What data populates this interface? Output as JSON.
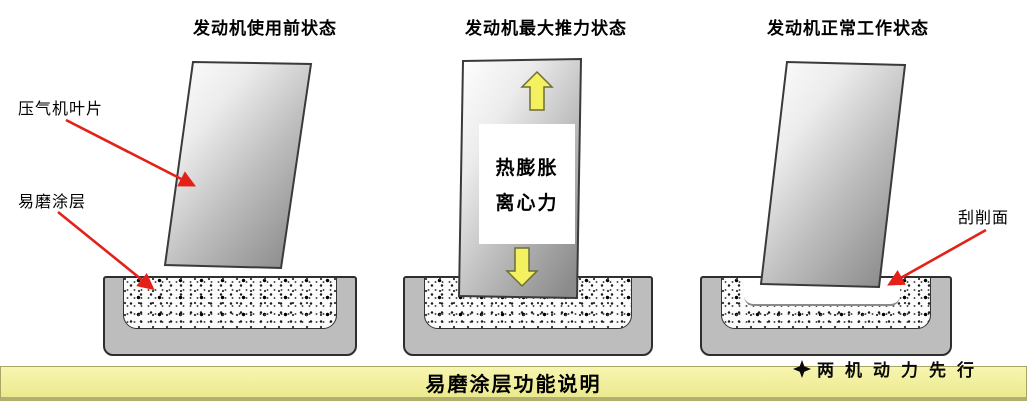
{
  "panels": [
    {
      "title": "发动机使用前状态"
    },
    {
      "title": "发动机最大推力状态",
      "forces_line1": "热膨胀",
      "forces_line2": "离心力"
    },
    {
      "title": "发动机正常工作状态"
    }
  ],
  "callouts": {
    "blade": "压气机叶片",
    "coating": "易磨涂层",
    "scraped_surface": "刮削面"
  },
  "banner": {
    "label": "易磨涂层功能说明"
  },
  "watermark": {
    "brand": "两机动力先行"
  },
  "icons": {
    "thrust_up": "up-block-arrow-icon",
    "thrust_down": "down-block-arrow-icon",
    "pointer": "red-pointer-arrow-icon",
    "logo": "brand-logo-icon"
  },
  "colors": {
    "banner_bg": "#f2f09c",
    "arrow_red": "#e32119",
    "thrust_yellow": "#f3f160",
    "tray_gray": "#bdbdbd",
    "blade_dark": "#8b8b8b"
  }
}
